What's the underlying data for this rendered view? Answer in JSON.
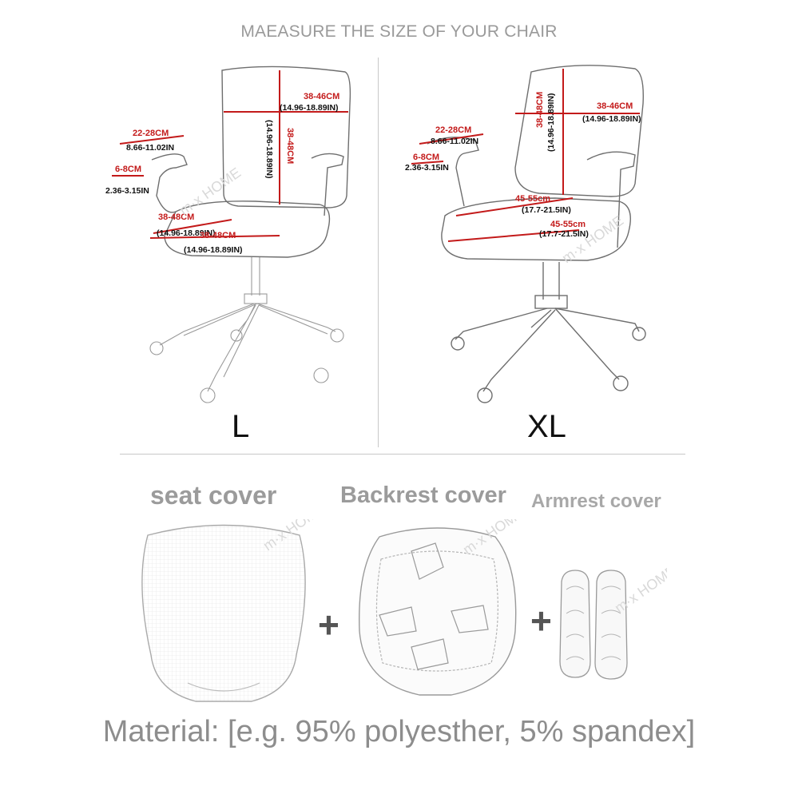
{
  "title": "MAEASURE THE SIZE OF YOUR CHAIR",
  "watermark": "m·x HOME",
  "sizes": {
    "left": "L",
    "right": "XL"
  },
  "chart_L": {
    "arm_width": {
      "cm": "22-28CM",
      "in": "8.66-11.02IN"
    },
    "arm_height": {
      "cm": "6-8CM",
      "in": "2.36-3.15IN"
    },
    "back_width": {
      "cm": "38-46CM",
      "in": "(14.96-18.89IN)"
    },
    "back_height": {
      "cm": "38-48CM",
      "in": "(14.96-18.89IN)"
    },
    "seat_depth": {
      "cm": "38-48CM",
      "in": "(14.96-18.89IN)"
    },
    "seat_width": {
      "cm": "38-48CM",
      "in": "(14.96-18.89IN)"
    }
  },
  "chart_XL": {
    "arm_width": {
      "cm": "22-28CM",
      "in": "8.66-11.02IN"
    },
    "arm_height": {
      "cm": "6-8CM",
      "in": "2.36-3.15IN"
    },
    "back_width": {
      "cm": "38-46CM",
      "in": "(14.96-18.89IN)"
    },
    "back_height": {
      "cm": "38-48CM",
      "in": "(14.96-18.89IN)"
    },
    "seat_depth": {
      "cm": "45-55cm",
      "in": "(17.7-21.5IN)"
    },
    "seat_width": {
      "cm": "45-55cm",
      "in": "(17.7-21.5IN)"
    }
  },
  "covers": {
    "seat": "seat cover",
    "backrest": "Backrest cover",
    "armrest": "Armrest cover",
    "plus": "+"
  },
  "material": "Material: [e.g. 95% polyesther, 5% spandex]",
  "colors": {
    "measure_red": "#c31a1a",
    "label_gray": "#9b9b9b",
    "sketch_gray": "#6e6e6e"
  }
}
